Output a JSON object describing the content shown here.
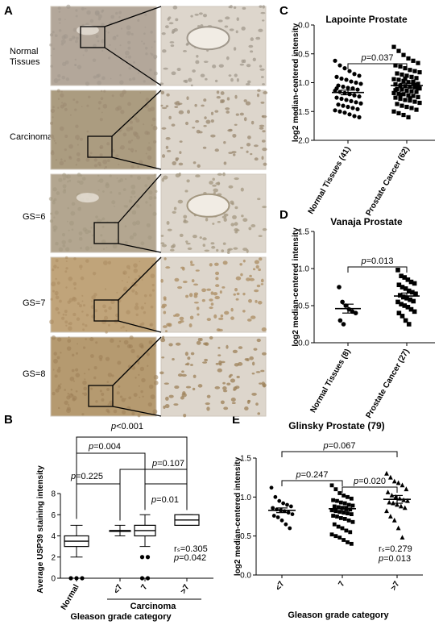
{
  "panels": {
    "A": {
      "letter": "A",
      "rows": [
        {
          "label": "Normal Tissues",
          "tone": "#b3a79a",
          "fine": "#a0988c",
          "has_gland": true
        },
        {
          "label": "Carcinoma",
          "tone": "#ab9c80",
          "fine": "#9a8870",
          "has_gland": false
        },
        {
          "label": "GS=6",
          "tone": "#b3a690",
          "fine": "#a39780",
          "has_gland": true
        },
        {
          "label": "GS=7",
          "tone": "#c0a47a",
          "fine": "#a98b60",
          "has_gland": false
        },
        {
          "label": "GS=8",
          "tone": "#b59a70",
          "fine": "#9c8058",
          "has_gland": false
        }
      ]
    },
    "B": {
      "letter": "B"
    },
    "C": {
      "letter": "C"
    },
    "D": {
      "letter": "D"
    },
    "E": {
      "letter": "E"
    }
  },
  "chart_data": [
    {
      "id": "B",
      "type": "box",
      "title": "",
      "ylabel": "Average USP39 staining intensity",
      "xlabel": "Gleason grade category",
      "group_label": "Carcinoma",
      "ylim": [
        0,
        8
      ],
      "yticks": [
        0,
        2,
        4,
        6,
        8
      ],
      "categories": [
        "Normal",
        "<7",
        "7",
        ">7"
      ],
      "boxes": [
        {
          "min": 2,
          "q1": 3,
          "median": 3.5,
          "q3": 4,
          "max": 5,
          "outliers": [
            0,
            0,
            0
          ]
        },
        {
          "min": 4,
          "q1": 4.5,
          "median": 4.5,
          "q3": 4.5,
          "max": 5,
          "outliers": []
        },
        {
          "min": 3,
          "q1": 4,
          "median": 4.5,
          "q3": 5,
          "max": 6,
          "outliers": [
            2,
            2,
            0,
            0
          ]
        },
        {
          "min": 5,
          "q1": 5,
          "median": 5.5,
          "q3": 6,
          "max": 6,
          "outliers": []
        }
      ],
      "comparisons": [
        {
          "from": 0,
          "to": 3,
          "level": 7.5,
          "label": "p<0.001"
        },
        {
          "from": 0,
          "to": 2,
          "level": 6.9,
          "label": "p=0.004"
        },
        {
          "from": 1,
          "to": 3,
          "level": 6.4,
          "label": "p=0.107"
        },
        {
          "from": 0,
          "to": 1,
          "level": 6.0,
          "label": "p=0.225"
        },
        {
          "from": 2,
          "to": 3,
          "level": 5.95,
          "label": "p=0.01"
        }
      ],
      "stat_lines": [
        "rₛ=0.305",
        "p=0.042"
      ]
    },
    {
      "id": "C",
      "type": "scatter",
      "title": "Lapointe Prostate",
      "ylabel": "log2 median-centered intensity",
      "ylim": [
        -2.0,
        0.0
      ],
      "yticks": [
        0.0,
        -0.5,
        -1.0,
        -1.5,
        -2.0
      ],
      "ytick_labels": [
        "0.0",
        "-0.5",
        "-1.0",
        "-1.5",
        "-2.0"
      ],
      "categories": [
        "Normal Tissues (41)",
        "Prostate Cancer (62)"
      ],
      "groups": [
        {
          "marker": "circle",
          "mean": -1.17,
          "sem": 0.04,
          "values": [
            -0.62,
            -0.7,
            -0.75,
            -0.8,
            -0.85,
            -0.88,
            -0.9,
            -0.93,
            -0.95,
            -0.98,
            -1.0,
            -1.02,
            -1.05,
            -1.07,
            -1.09,
            -1.1,
            -1.12,
            -1.14,
            -1.16,
            -1.18,
            -1.2,
            -1.22,
            -1.24,
            -1.26,
            -1.28,
            -1.3,
            -1.32,
            -1.34,
            -1.36,
            -1.38,
            -1.4,
            -1.42,
            -1.44,
            -1.46,
            -1.48,
            -1.5,
            -1.52,
            -1.55,
            -1.58,
            -1.6,
            -1.1
          ]
        },
        {
          "marker": "square",
          "mean": -1.05,
          "sem": 0.04,
          "values": [
            -0.38,
            -0.45,
            -0.52,
            -0.58,
            -0.62,
            -0.66,
            -0.7,
            -0.72,
            -0.75,
            -0.78,
            -0.8,
            -0.82,
            -0.84,
            -0.86,
            -0.88,
            -0.9,
            -0.92,
            -0.94,
            -0.95,
            -0.97,
            -0.99,
            -1.0,
            -1.02,
            -1.03,
            -1.05,
            -1.06,
            -1.07,
            -1.08,
            -1.1,
            -1.11,
            -1.12,
            -1.14,
            -1.15,
            -1.16,
            -1.18,
            -1.19,
            -1.2,
            -1.22,
            -1.23,
            -1.25,
            -1.26,
            -1.28,
            -1.3,
            -1.31,
            -1.33,
            -1.35,
            -1.37,
            -1.4,
            -1.42,
            -1.44,
            -1.47,
            -1.5,
            -1.53,
            -1.56,
            -1.6,
            -0.98,
            -1.09,
            -1.13,
            -1.21,
            -0.93,
            -1.27,
            -1.04
          ]
        }
      ],
      "comparisons": [
        {
          "from": 0,
          "to": 1,
          "label": "p=0.037"
        }
      ]
    },
    {
      "id": "D",
      "type": "scatter",
      "title": "Vanaja Prostate",
      "ylabel": "log2 median-centered intensity",
      "ylim": [
        0.0,
        1.5
      ],
      "yticks": [
        0.0,
        0.5,
        1.0,
        1.5
      ],
      "ytick_labels": [
        "0.0",
        "0.5",
        "1.0",
        "1.5"
      ],
      "categories": [
        "Normal Tissues (8)",
        "Prostate Cancer (27)"
      ],
      "groups": [
        {
          "marker": "circle",
          "mean": 0.46,
          "sem": 0.06,
          "values": [
            0.75,
            0.55,
            0.5,
            0.45,
            0.42,
            0.4,
            0.3,
            0.25
          ]
        },
        {
          "marker": "square",
          "mean": 0.63,
          "sem": 0.04,
          "values": [
            0.98,
            0.9,
            0.88,
            0.85,
            0.82,
            0.8,
            0.78,
            0.75,
            0.73,
            0.7,
            0.68,
            0.66,
            0.64,
            0.62,
            0.6,
            0.58,
            0.56,
            0.55,
            0.52,
            0.5,
            0.48,
            0.45,
            0.42,
            0.4,
            0.36,
            0.3,
            0.25
          ]
        }
      ],
      "comparisons": [
        {
          "from": 0,
          "to": 1,
          "label": "p=0.013"
        }
      ]
    },
    {
      "id": "E",
      "type": "scatter",
      "title": "Glinsky Prostate (79)",
      "ylabel": "log2 median-centered intensity",
      "xlabel": "Gleason grade category",
      "ylim": [
        0.0,
        1.5
      ],
      "yticks": [
        0.0,
        0.5,
        1.0,
        1.5
      ],
      "ytick_labels": [
        "0.0",
        "0.5",
        "1.0",
        "1.5"
      ],
      "categories": [
        "<7",
        "7",
        ">7"
      ],
      "groups": [
        {
          "marker": "circle",
          "mean": 0.83,
          "sem": 0.03,
          "values": [
            1.12,
            1.0,
            0.95,
            0.92,
            0.9,
            0.88,
            0.86,
            0.84,
            0.83,
            0.82,
            0.8,
            0.78,
            0.76,
            0.74,
            0.7,
            0.65,
            0.6
          ]
        },
        {
          "marker": "square",
          "mean": 0.85,
          "sem": 0.03,
          "values": [
            1.15,
            1.1,
            1.05,
            1.02,
            1.0,
            0.98,
            0.96,
            0.95,
            0.93,
            0.92,
            0.9,
            0.89,
            0.88,
            0.87,
            0.86,
            0.85,
            0.84,
            0.83,
            0.82,
            0.81,
            0.8,
            0.79,
            0.78,
            0.76,
            0.75,
            0.73,
            0.72,
            0.7,
            0.68,
            0.65,
            0.62,
            0.6,
            0.57,
            0.55,
            0.52,
            0.5,
            0.48,
            0.45,
            0.42,
            0.4
          ]
        },
        {
          "marker": "triangle",
          "mean": 0.97,
          "sem": 0.05,
          "values": [
            1.3,
            1.25,
            1.2,
            1.18,
            1.15,
            1.1,
            1.06,
            1.02,
            1.0,
            0.98,
            0.96,
            0.95,
            0.93,
            0.92,
            0.9,
            0.88,
            0.86,
            0.82,
            0.75,
            0.7,
            0.6,
            0.48
          ]
        }
      ],
      "comparisons": [
        {
          "from": 0,
          "to": 2,
          "level": 1.44,
          "label": "p=0.067"
        },
        {
          "from": 0,
          "to": 1,
          "level": 1.3,
          "label": "p=0.247"
        },
        {
          "from": 1,
          "to": 2,
          "level": 1.24,
          "label": "p=0.020"
        }
      ],
      "stat_lines": [
        "rₛ=0.279",
        "p=0.013"
      ]
    }
  ]
}
